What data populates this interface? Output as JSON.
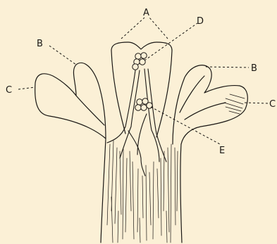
{
  "figure": {
    "background": "#fbf0d6",
    "ink": "#1a1714",
    "labels": {
      "a": "A",
      "b_left": "B",
      "b_right": "B",
      "c_left": "C",
      "c_right": "C",
      "d": "D",
      "e": "E"
    }
  }
}
